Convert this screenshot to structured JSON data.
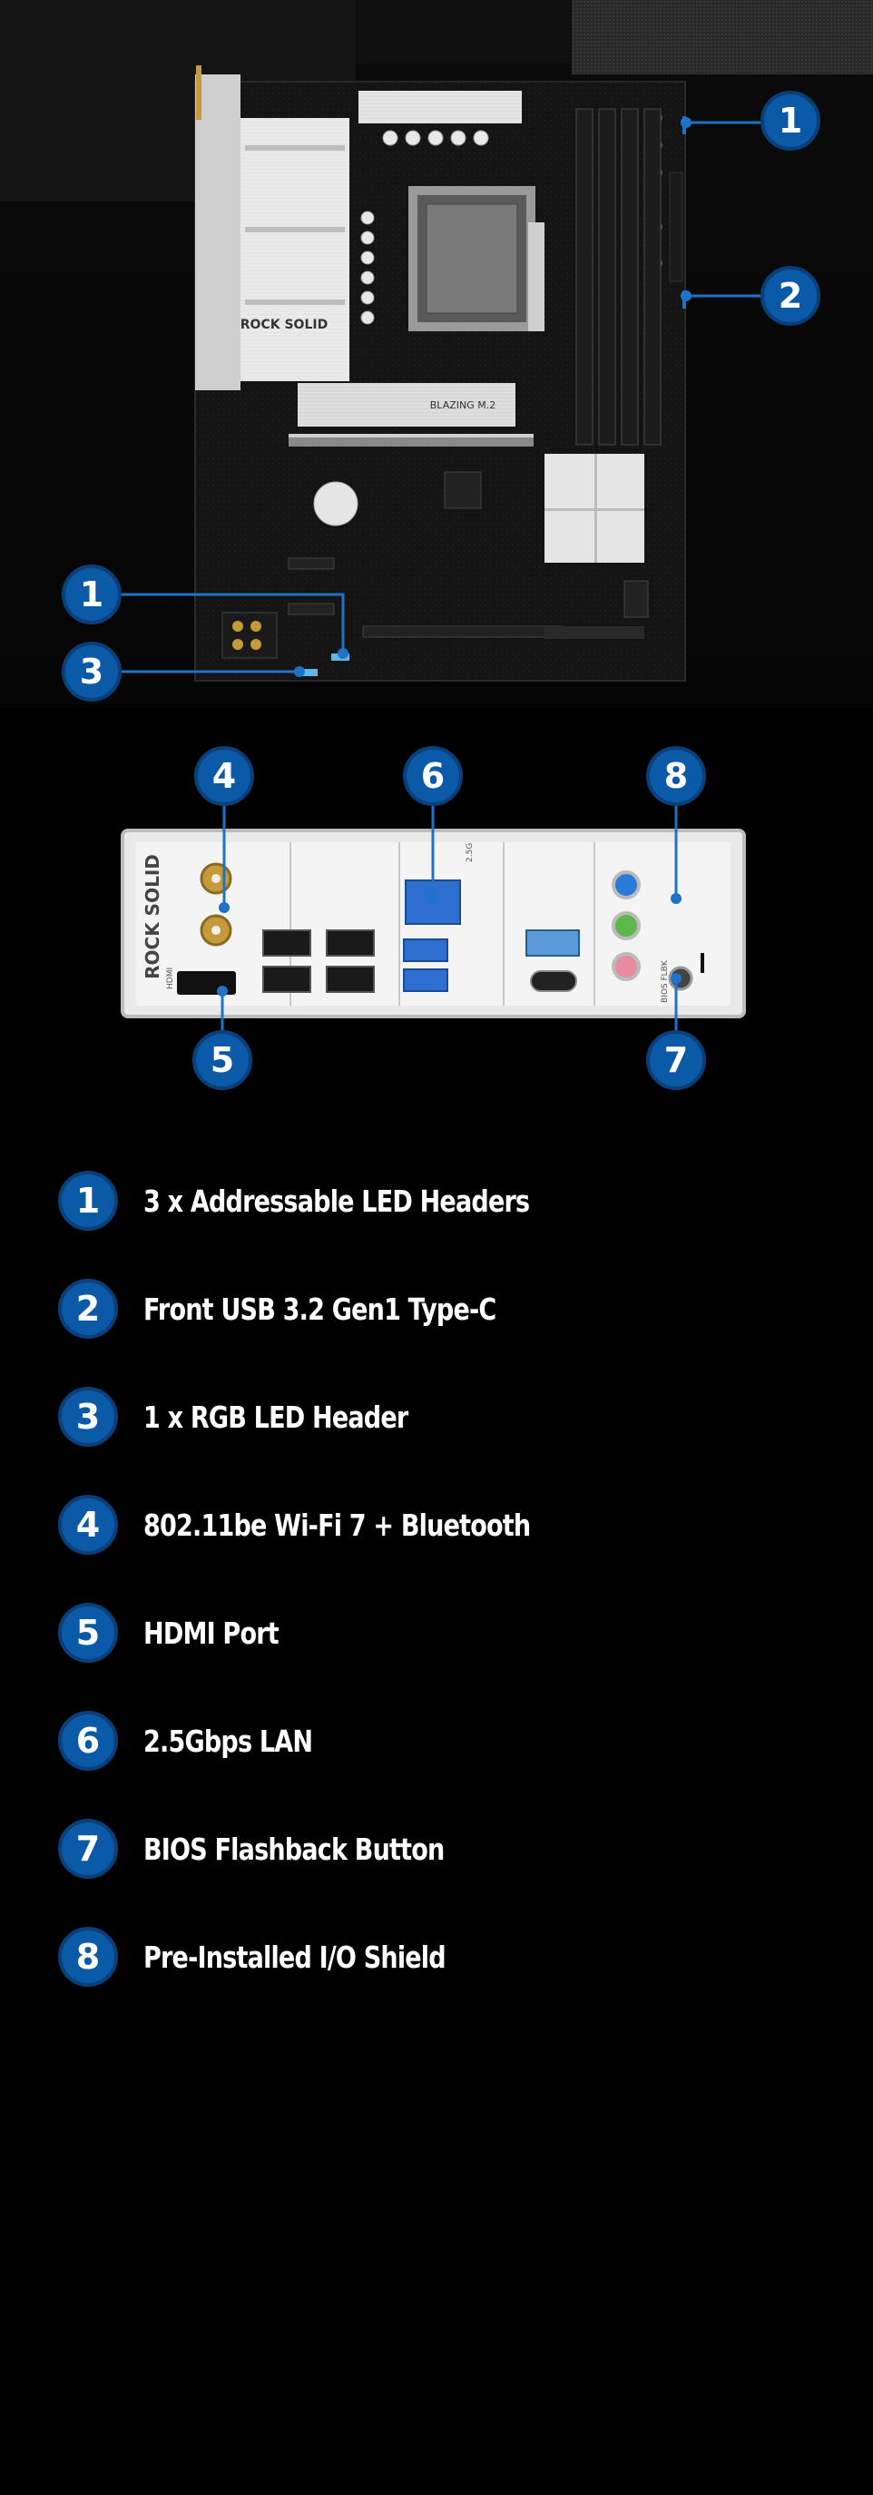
{
  "board": {
    "brand_logo": "ROCK SOLID",
    "heatsink_text": "BLAZING M.2"
  },
  "io_panel": {
    "brand_logo": "ROCK SOLID",
    "hdmi_label": "HDMI",
    "lan_label": "2.5G",
    "bios_label": "BIOS FLBK"
  },
  "callouts": [
    {
      "num": "1"
    },
    {
      "num": "2"
    },
    {
      "num": "1"
    },
    {
      "num": "3"
    },
    {
      "num": "4"
    },
    {
      "num": "6"
    },
    {
      "num": "8"
    },
    {
      "num": "5"
    },
    {
      "num": "7"
    }
  ],
  "features": [
    {
      "num": "1",
      "label": "3 x Addressable LED Headers"
    },
    {
      "num": "2",
      "label": "Front USB 3.2 Gen1 Type-C"
    },
    {
      "num": "3",
      "label": "1 x RGB LED Header"
    },
    {
      "num": "4",
      "label": "802.11be Wi-Fi 7 + Bluetooth"
    },
    {
      "num": "5",
      "label": "HDMI Port"
    },
    {
      "num": "6",
      "label": "2.5Gbps LAN"
    },
    {
      "num": "7",
      "label": "BIOS Flashback Button"
    },
    {
      "num": "8",
      "label": "Pre-Installed I/O Shield"
    }
  ],
  "colors": {
    "badge": "#0a5aa8",
    "badge_border": "#0b3f7a",
    "line": "#1e73c8",
    "background": "#000000"
  }
}
